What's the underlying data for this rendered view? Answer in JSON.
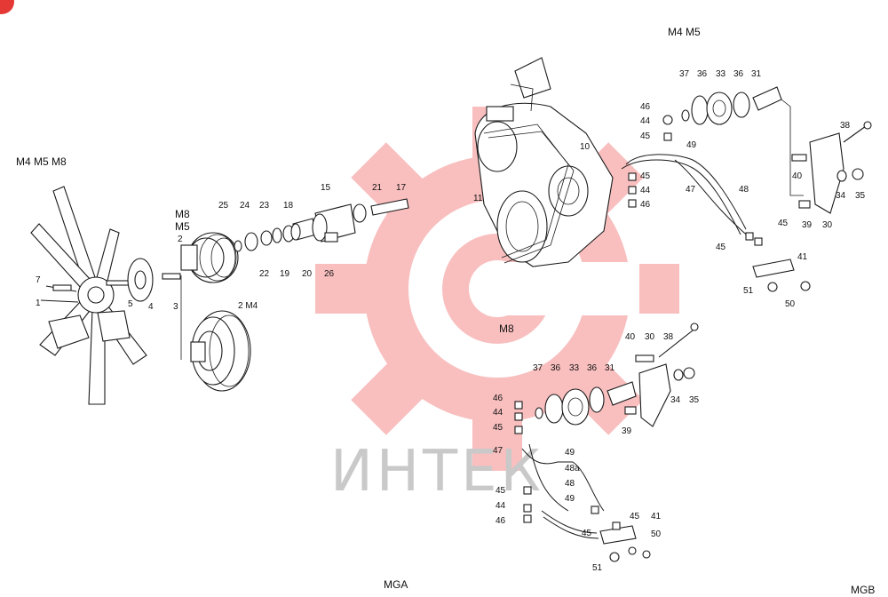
{
  "watermark": {
    "text": "ИНТЕК",
    "color": "#ee3b3b"
  },
  "corner_badge_color": "#e53935",
  "group_labels": {
    "left": "M4 M5 M8",
    "m8m5_a": "M8",
    "m8m5_b": "M5",
    "top_right": "M4 M5",
    "middle": "M8",
    "footer_center": "MGA",
    "footer_right": "MGB"
  },
  "part_numbers": {
    "p1": "1",
    "p2": "2",
    "p2m4": "2 M4",
    "p3": "3",
    "p4": "4",
    "p5": "5",
    "p7": "7",
    "p10": "10",
    "p11": "11",
    "p15": "15",
    "p17": "17",
    "p18": "18",
    "p19": "19",
    "p20": "20",
    "p21": "21",
    "p22": "22",
    "p23": "23",
    "p24": "24",
    "p25": "25",
    "p26": "26",
    "r30": "30",
    "r31": "31",
    "r33": "33",
    "r34": "34",
    "r35": "35",
    "r36a": "36",
    "r36b": "36",
    "r37": "37",
    "r38": "38",
    "r39": "39",
    "r40": "40",
    "r41": "41",
    "r44": "44",
    "r45a": "45",
    "r45b": "45",
    "r45c": "45",
    "r45d": "45",
    "r44b": "44",
    "r46a": "46",
    "r46b": "46",
    "r47": "47",
    "r48": "48",
    "r49": "49",
    "r50": "50",
    "r51": "51",
    "m30": "30",
    "m31": "31",
    "m33": "33",
    "m34": "34",
    "m35": "35",
    "m36a": "36",
    "m36b": "36",
    "m37": "37",
    "m38": "38",
    "m39": "39",
    "m40": "40",
    "m41": "41",
    "m44a": "44",
    "m44b": "44",
    "m45a": "45",
    "m45b": "45",
    "m45c": "45",
    "m45d": "45",
    "m46a": "46",
    "m46b": "46",
    "m47": "47",
    "m48": "48",
    "m48a": "48a",
    "m49a": "49",
    "m49b": "49",
    "m50": "50",
    "m51": "51"
  }
}
